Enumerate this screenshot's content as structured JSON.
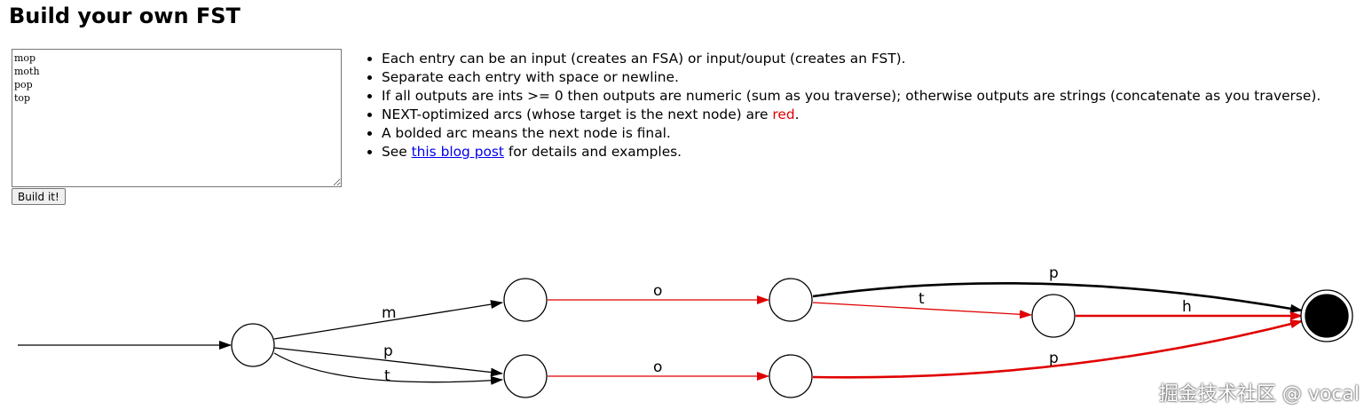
{
  "page": {
    "title": "Build your own FST"
  },
  "input": {
    "text": "mop\nmoth\npop\ntop",
    "button_label": "Build it!"
  },
  "notes": {
    "item1": "Each entry can be an input (creates an FSA) or input/ouput (creates an FST).",
    "item2": "Separate each entry with space or newline.",
    "item3": "If all outputs are ints >= 0 then outputs are numeric (sum as you traverse); otherwise outputs are strings (concatenate as you traverse).",
    "item4_before": "NEXT-optimized arcs (whose target is the next node) are ",
    "item4_red": "red",
    "item4_after": ".",
    "item5": "A bolded arc means the next node is final.",
    "item6_before": "See ",
    "item6_link": "this blog post",
    "item6_after": " for details and examples."
  },
  "diagram": {
    "colors": {
      "next_arc": "#e00000",
      "arc": "#000000",
      "final_node": "#000000"
    },
    "edges": [
      {
        "from": "start",
        "to": "n1",
        "label": "m"
      },
      {
        "from": "start",
        "to": "n2",
        "label": "p"
      },
      {
        "from": "start",
        "to": "n2",
        "label": "t"
      },
      {
        "from": "n1",
        "to": "n3",
        "label": "o",
        "next": true
      },
      {
        "from": "n2",
        "to": "n4",
        "label": "o",
        "next": true
      },
      {
        "from": "n3",
        "to": "final",
        "label": "p",
        "bold": true
      },
      {
        "from": "n3",
        "to": "n5",
        "label": "t",
        "next": true
      },
      {
        "from": "n5",
        "to": "final",
        "label": "h",
        "next": true,
        "bold": true
      },
      {
        "from": "n4",
        "to": "final",
        "label": "p",
        "next": true,
        "bold": true
      }
    ]
  },
  "watermark": "掘金技术社区 @ vocal"
}
